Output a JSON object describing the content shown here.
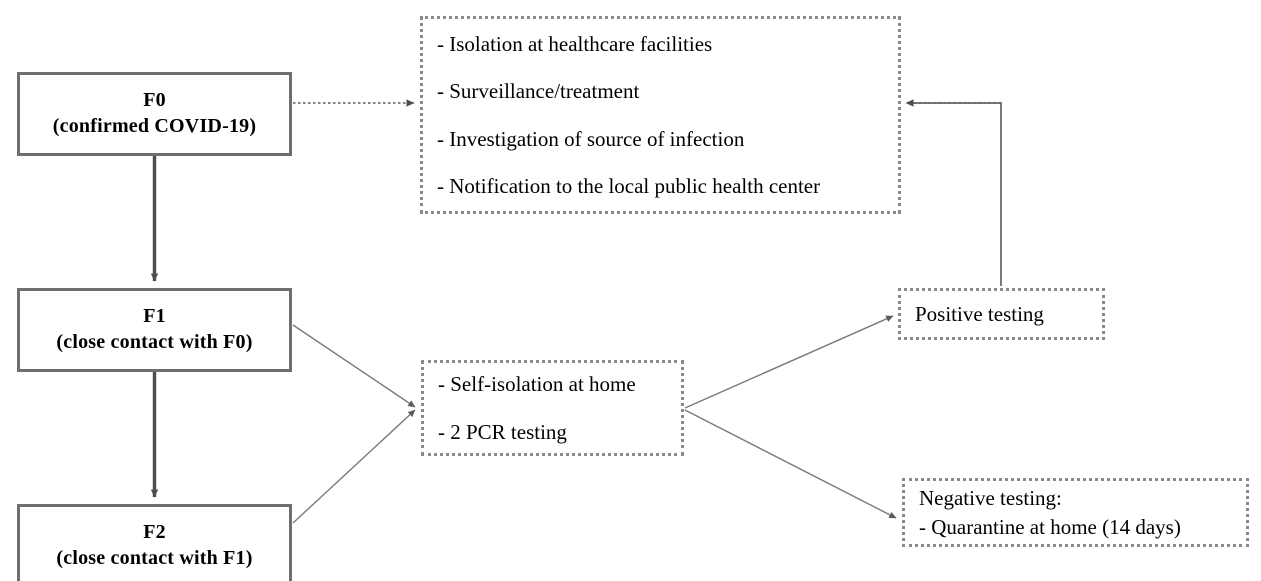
{
  "diagram": {
    "title": "COVID-19 contact tracing and management flowchart",
    "colors": {
      "solid_box_border": "#6f6f6f",
      "dotted_box_border": "#8a8a8a",
      "text": "#000000",
      "arrow_solid": "#4d4d4d",
      "arrow_thin": "#7a7a7a",
      "background": "#ffffff"
    },
    "nodes": {
      "f0": {
        "line1": "F0",
        "line2": "(confirmed COVID-19)"
      },
      "f1": {
        "line1": "F1",
        "line2": "(close contact with F0)"
      },
      "f2": {
        "line1": "F2",
        "line2": "(close contact with F1)"
      },
      "actions": {
        "items": [
          "- Isolation at healthcare facilities",
          "- Surveillance/treatment",
          "- Investigation of source of infection",
          "- Notification to the local public health center"
        ]
      },
      "isolation": {
        "items": [
          "- Self-isolation at home",
          "- 2 PCR testing"
        ]
      },
      "positive": {
        "items": [
          "Positive testing"
        ]
      },
      "negative": {
        "items": [
          "Negative testing:",
          "- Quarantine at home (14 days)"
        ]
      }
    },
    "edges": [
      {
        "from": "f0",
        "to": "actions",
        "style": "dotted",
        "direction": "right"
      },
      {
        "from": "f0",
        "to": "f1",
        "style": "solid-thick",
        "direction": "down"
      },
      {
        "from": "f1",
        "to": "f2",
        "style": "solid-thick",
        "direction": "down"
      },
      {
        "from": "f1",
        "to": "isolation",
        "style": "thin",
        "direction": "diagonal-down-right"
      },
      {
        "from": "f2",
        "to": "isolation",
        "style": "thin",
        "direction": "diagonal-up-right"
      },
      {
        "from": "isolation",
        "to": "positive",
        "style": "thin",
        "direction": "diagonal-up-right"
      },
      {
        "from": "isolation",
        "to": "negative",
        "style": "thin",
        "direction": "diagonal-down-right"
      },
      {
        "from": "positive",
        "to": "actions",
        "style": "elbow-thin",
        "direction": "up-then-left"
      }
    ]
  }
}
